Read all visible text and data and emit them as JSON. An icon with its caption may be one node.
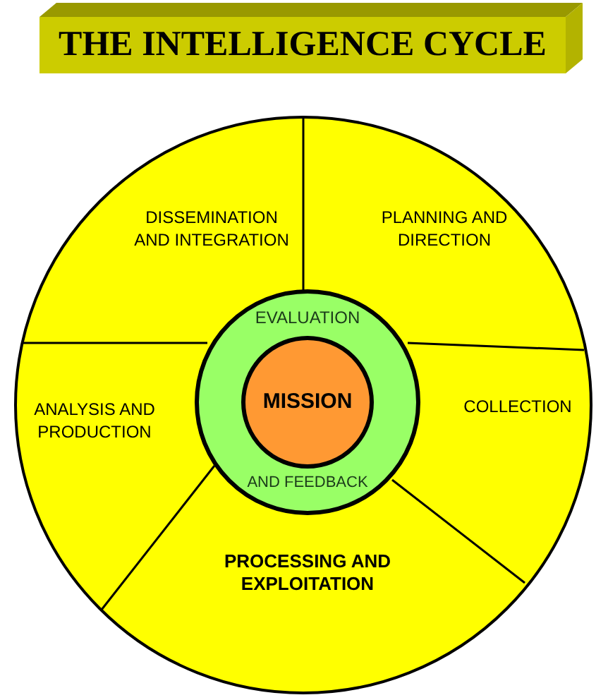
{
  "diagram": {
    "title": "THE INTELLIGENCE CYCLE",
    "nodes": [
      {
        "text": [
          "DISSEMINATION AND INTEGRATION"
        ]
      },
      {
        "text": [
          "PLANNING AND DIRECTION"
        ]
      },
      {
        "text": [
          "ANALYSIS AND PRODUCTION"
        ]
      },
      {
        "text": [
          "COLLECTION"
        ]
      },
      {
        "text": [
          "PROCESSING AND EXPLOITATION"
        ]
      },
      {
        "text": [
          "EVALUATION",
          "AND FEEDBACK"
        ]
      },
      {
        "text": [
          "MISSION"
        ],
        "in": 5
      }
    ]
  }
}
